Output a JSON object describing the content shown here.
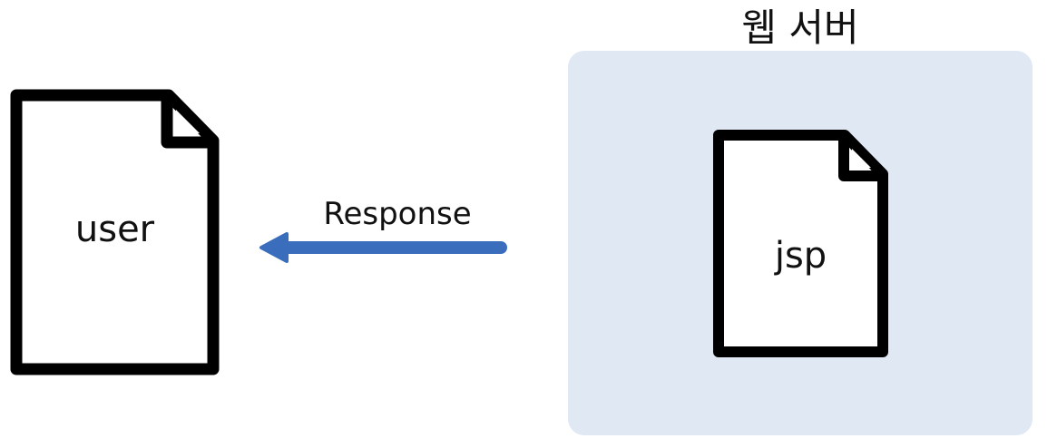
{
  "server": {
    "title": "웹 서버"
  },
  "documents": {
    "user": {
      "label": "user",
      "icon": "document-icon"
    },
    "jsp": {
      "label": "jsp",
      "icon": "document-icon"
    }
  },
  "arrow": {
    "label": "Response",
    "direction": "left",
    "color": "#3a6ebc"
  },
  "colors": {
    "server_background": "#dfe8f3",
    "outline": "#000000"
  }
}
